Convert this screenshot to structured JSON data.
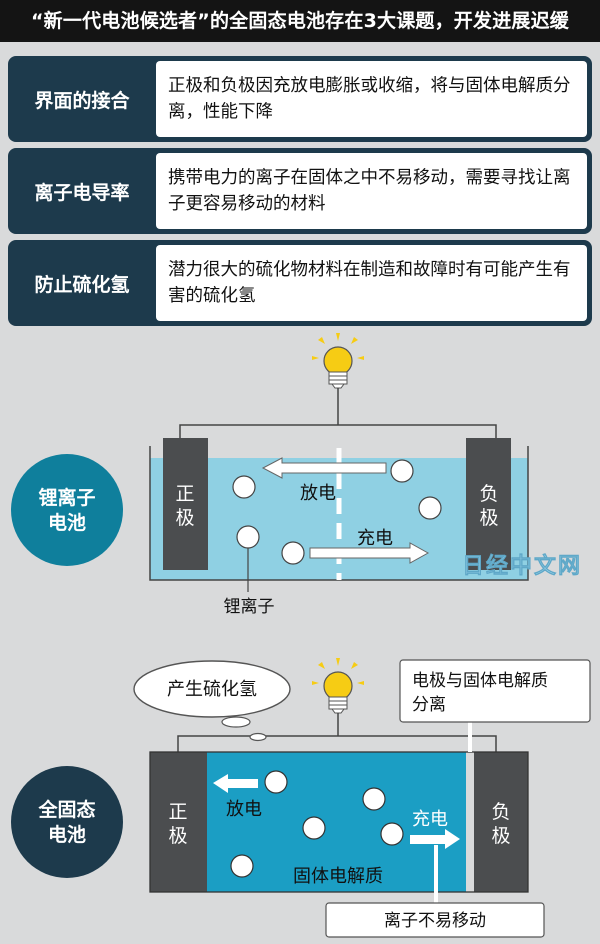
{
  "title": "“新一代电池候选者”的全固态电池存在3大课题，开发进展迟缓",
  "issues": [
    {
      "label": "界面的接合",
      "desc": "正极和负极因充放电膨胀或收缩，将与固体电解质分离，性能下降"
    },
    {
      "label": "离子电导率",
      "desc": "携带电力的离子在固体之中不易移动，需要寻找让离子更容易移动的材料"
    },
    {
      "label": "防止硫化氢",
      "desc": "潜力很大的硫化物材料在制造和故障时有可能产生有害的硫化氢"
    }
  ],
  "liion": {
    "circle_line1": "锂离子",
    "circle_line2": "电池",
    "positive_1": "正",
    "positive_2": "极",
    "negative_1": "负",
    "negative_2": "极",
    "discharge": "放电",
    "charge": "充电",
    "ion_label": "锂离子"
  },
  "solid": {
    "circle_line1": "全固态",
    "circle_line2": "电池",
    "positive_1": "正",
    "positive_2": "极",
    "negative_1": "负",
    "negative_2": "极",
    "discharge": "放电",
    "charge": "充电",
    "electrolyte": "固体电解质",
    "bubble": "产生硫化氢",
    "callout_separation_1": "电极与固体电解质",
    "callout_separation_2": "分离",
    "callout_ion": "离子不易移动"
  },
  "watermark": "日经中文网",
  "colors": {
    "header_navy": "#1d3a4c",
    "liion_liquid": "#8fd0e3",
    "solid_electrolyte": "#1b9ec4",
    "electrode": "#4b4d4f",
    "liion_circle": "#0f7f9c",
    "solid_circle": "#1d3a4c",
    "bulb": "#f6cc14"
  }
}
